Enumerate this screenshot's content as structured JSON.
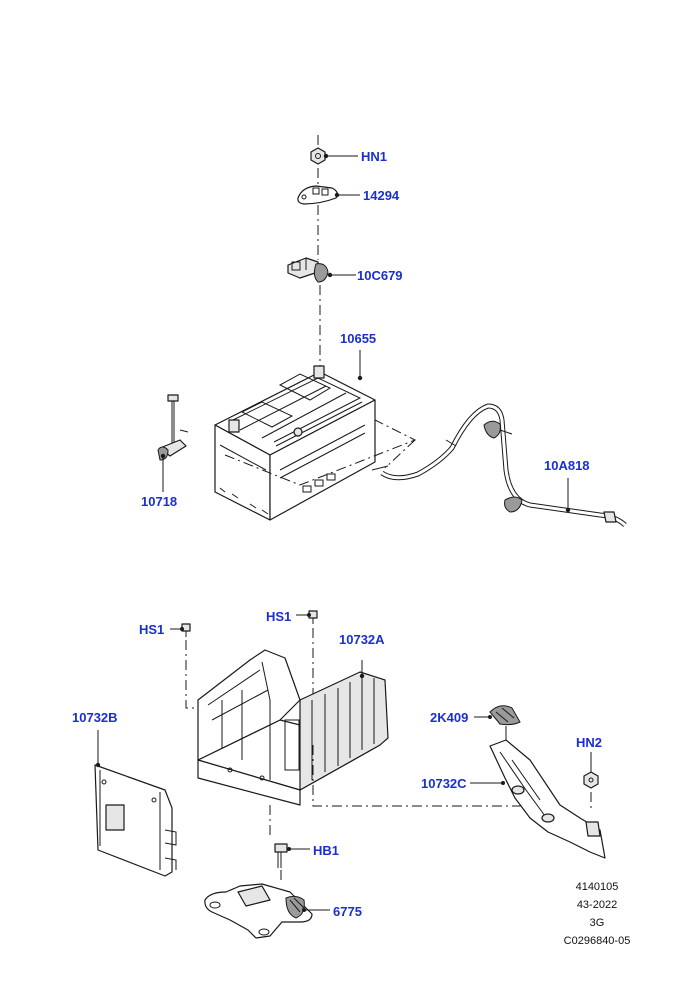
{
  "callouts": {
    "hn1": "HN1",
    "p14294": "14294",
    "p10c679": "10C679",
    "p10655": "10655",
    "p10718": "10718",
    "p10a818": "10A818",
    "hs1_left": "HS1",
    "hs1_right": "HS1",
    "p10732a": "10732A",
    "p10732b": "10732B",
    "p2k409": "2K409",
    "hn2": "HN2",
    "p10732c": "10732C",
    "hb1": "HB1",
    "p6775": "6775"
  },
  "reference_block": {
    "line1": "4140105",
    "line2": "43-2022",
    "line3": "3G",
    "line4": "C0296840-05"
  },
  "colors": {
    "callout": "#1a2fd0",
    "line": "#1a1a1a"
  }
}
